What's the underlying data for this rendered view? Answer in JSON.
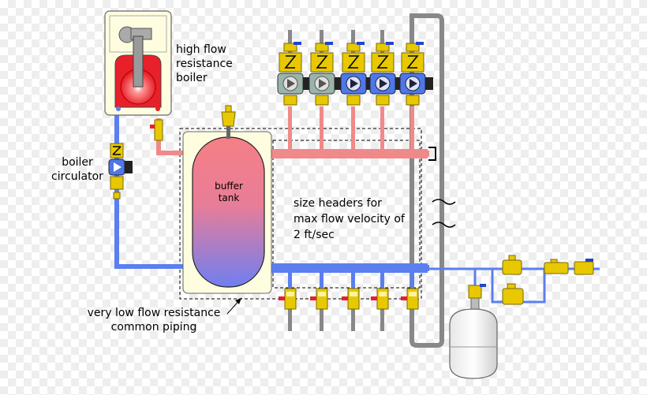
{
  "labels": {
    "boiler": [
      "high flow",
      "resistance",
      "boiler"
    ],
    "circulator": [
      "boiler",
      "circulator"
    ],
    "tank": [
      "buffer",
      "tank"
    ],
    "headers": [
      "size headers for",
      "max flow velocity of",
      "2 ft/sec"
    ],
    "common": [
      "very low flow resistance",
      "common piping"
    ]
  },
  "colors": {
    "supply": "#f08a8a",
    "return": "#5b7ff0",
    "pipe_gray": "#888888",
    "valve_yellow": "#e8c800",
    "circulator_blue": "#4f77e8",
    "boiler_red": "#e8202a",
    "tank_top": "#f57f85",
    "tank_bottom": "#6f7ff0"
  },
  "icons": {
    "boiler": "boiler-icon",
    "circulator": "circulator-icon",
    "valve": "ball-valve-icon",
    "expansion_tank": "expansion-tank-icon",
    "air_vent": "air-vent-icon"
  }
}
